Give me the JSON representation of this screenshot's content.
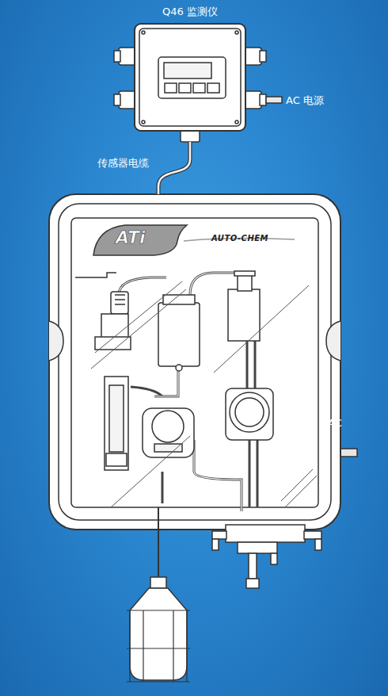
{
  "diagram": {
    "nodes": [
      {
        "text": [
          "Q46 监测仪"
        ]
      },
      {
        "text": [
          "ATi",
          "AUTO-CHEM"
        ]
      }
    ],
    "edges": [
      {
        "from": 0,
        "to": 1,
        "arrow": "none",
        "label": "传感器电缆"
      }
    ],
    "labels": [
      "AC 电源",
      "AC"
    ]
  }
}
